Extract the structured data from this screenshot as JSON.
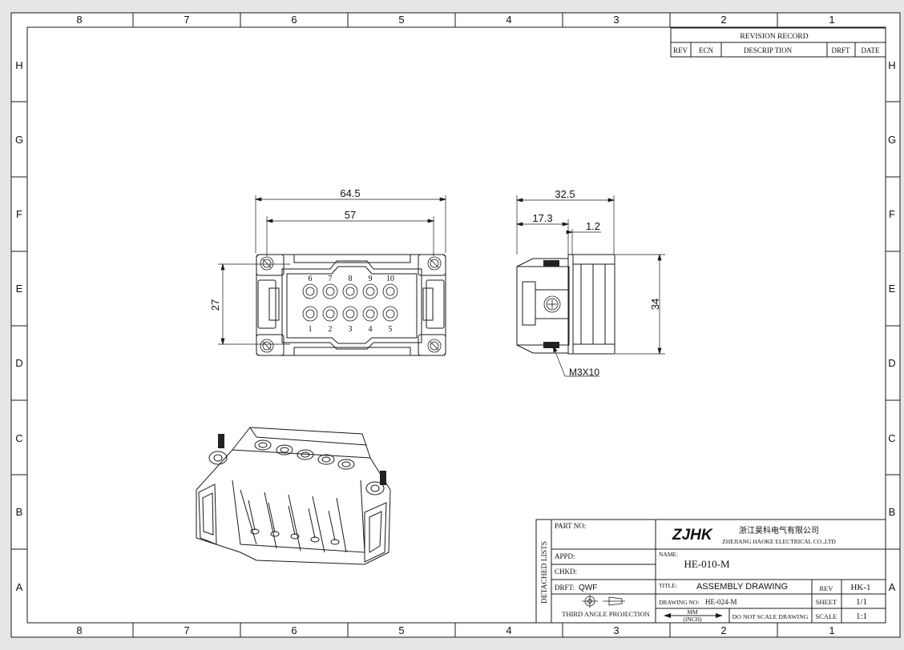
{
  "zones": {
    "columns": [
      "8",
      "7",
      "6",
      "5",
      "4",
      "3",
      "2",
      "1"
    ],
    "rows": [
      "H",
      "G",
      "F",
      "E",
      "D",
      "C",
      "B",
      "A"
    ]
  },
  "revision": {
    "title": "REVISION RECORD",
    "headers": [
      "REV",
      "ECN",
      "DESCRIP TION",
      "DRFT",
      "DATE"
    ]
  },
  "front_view": {
    "dim_overall": "64.5",
    "dim_mount": "57",
    "dim_height": "27",
    "pins_top": [
      "6",
      "7",
      "8",
      "9",
      "10"
    ],
    "pins_bottom": [
      "1",
      "2",
      "3",
      "4",
      "5"
    ]
  },
  "side_view": {
    "dim_depth": "32.5",
    "dim_partial": "17.3",
    "dim_plate": "1.2",
    "dim_height": "34",
    "screw_label": "M3X10"
  },
  "title_block": {
    "detached_lists": "DETACHED LISTS",
    "part_no_label": "PART NO:",
    "appd_label": "APPD:",
    "chkd_label": "CHKD:",
    "drft_label": "DRFT:",
    "drft_value": "QWF",
    "projection": "THIRD ANGLE PROJECTION",
    "logo": "ZJHK",
    "company_cn": "浙江昊科电气有限公司",
    "company_en": "ZHEJIANG HAOKE ELECTRICAL CO.,LTD",
    "name_label": "NAME:",
    "name_value": "HE-010-M",
    "title_label": "TITLE:",
    "title_value": "ASSEMBLY DRAWING",
    "rev_label": "REV",
    "rev_value": "HK-1",
    "drawing_no_label": "DRAWING NO:",
    "drawing_no_value": "HE-024-M",
    "sheet_label": "SHEET",
    "sheet_value": "1/1",
    "units_mm": "MM",
    "units_inch": "(INCH)",
    "no_scale": "DO NOT SCALE DRAWING",
    "scale_label": "SCALE",
    "scale_value": "1:1"
  }
}
